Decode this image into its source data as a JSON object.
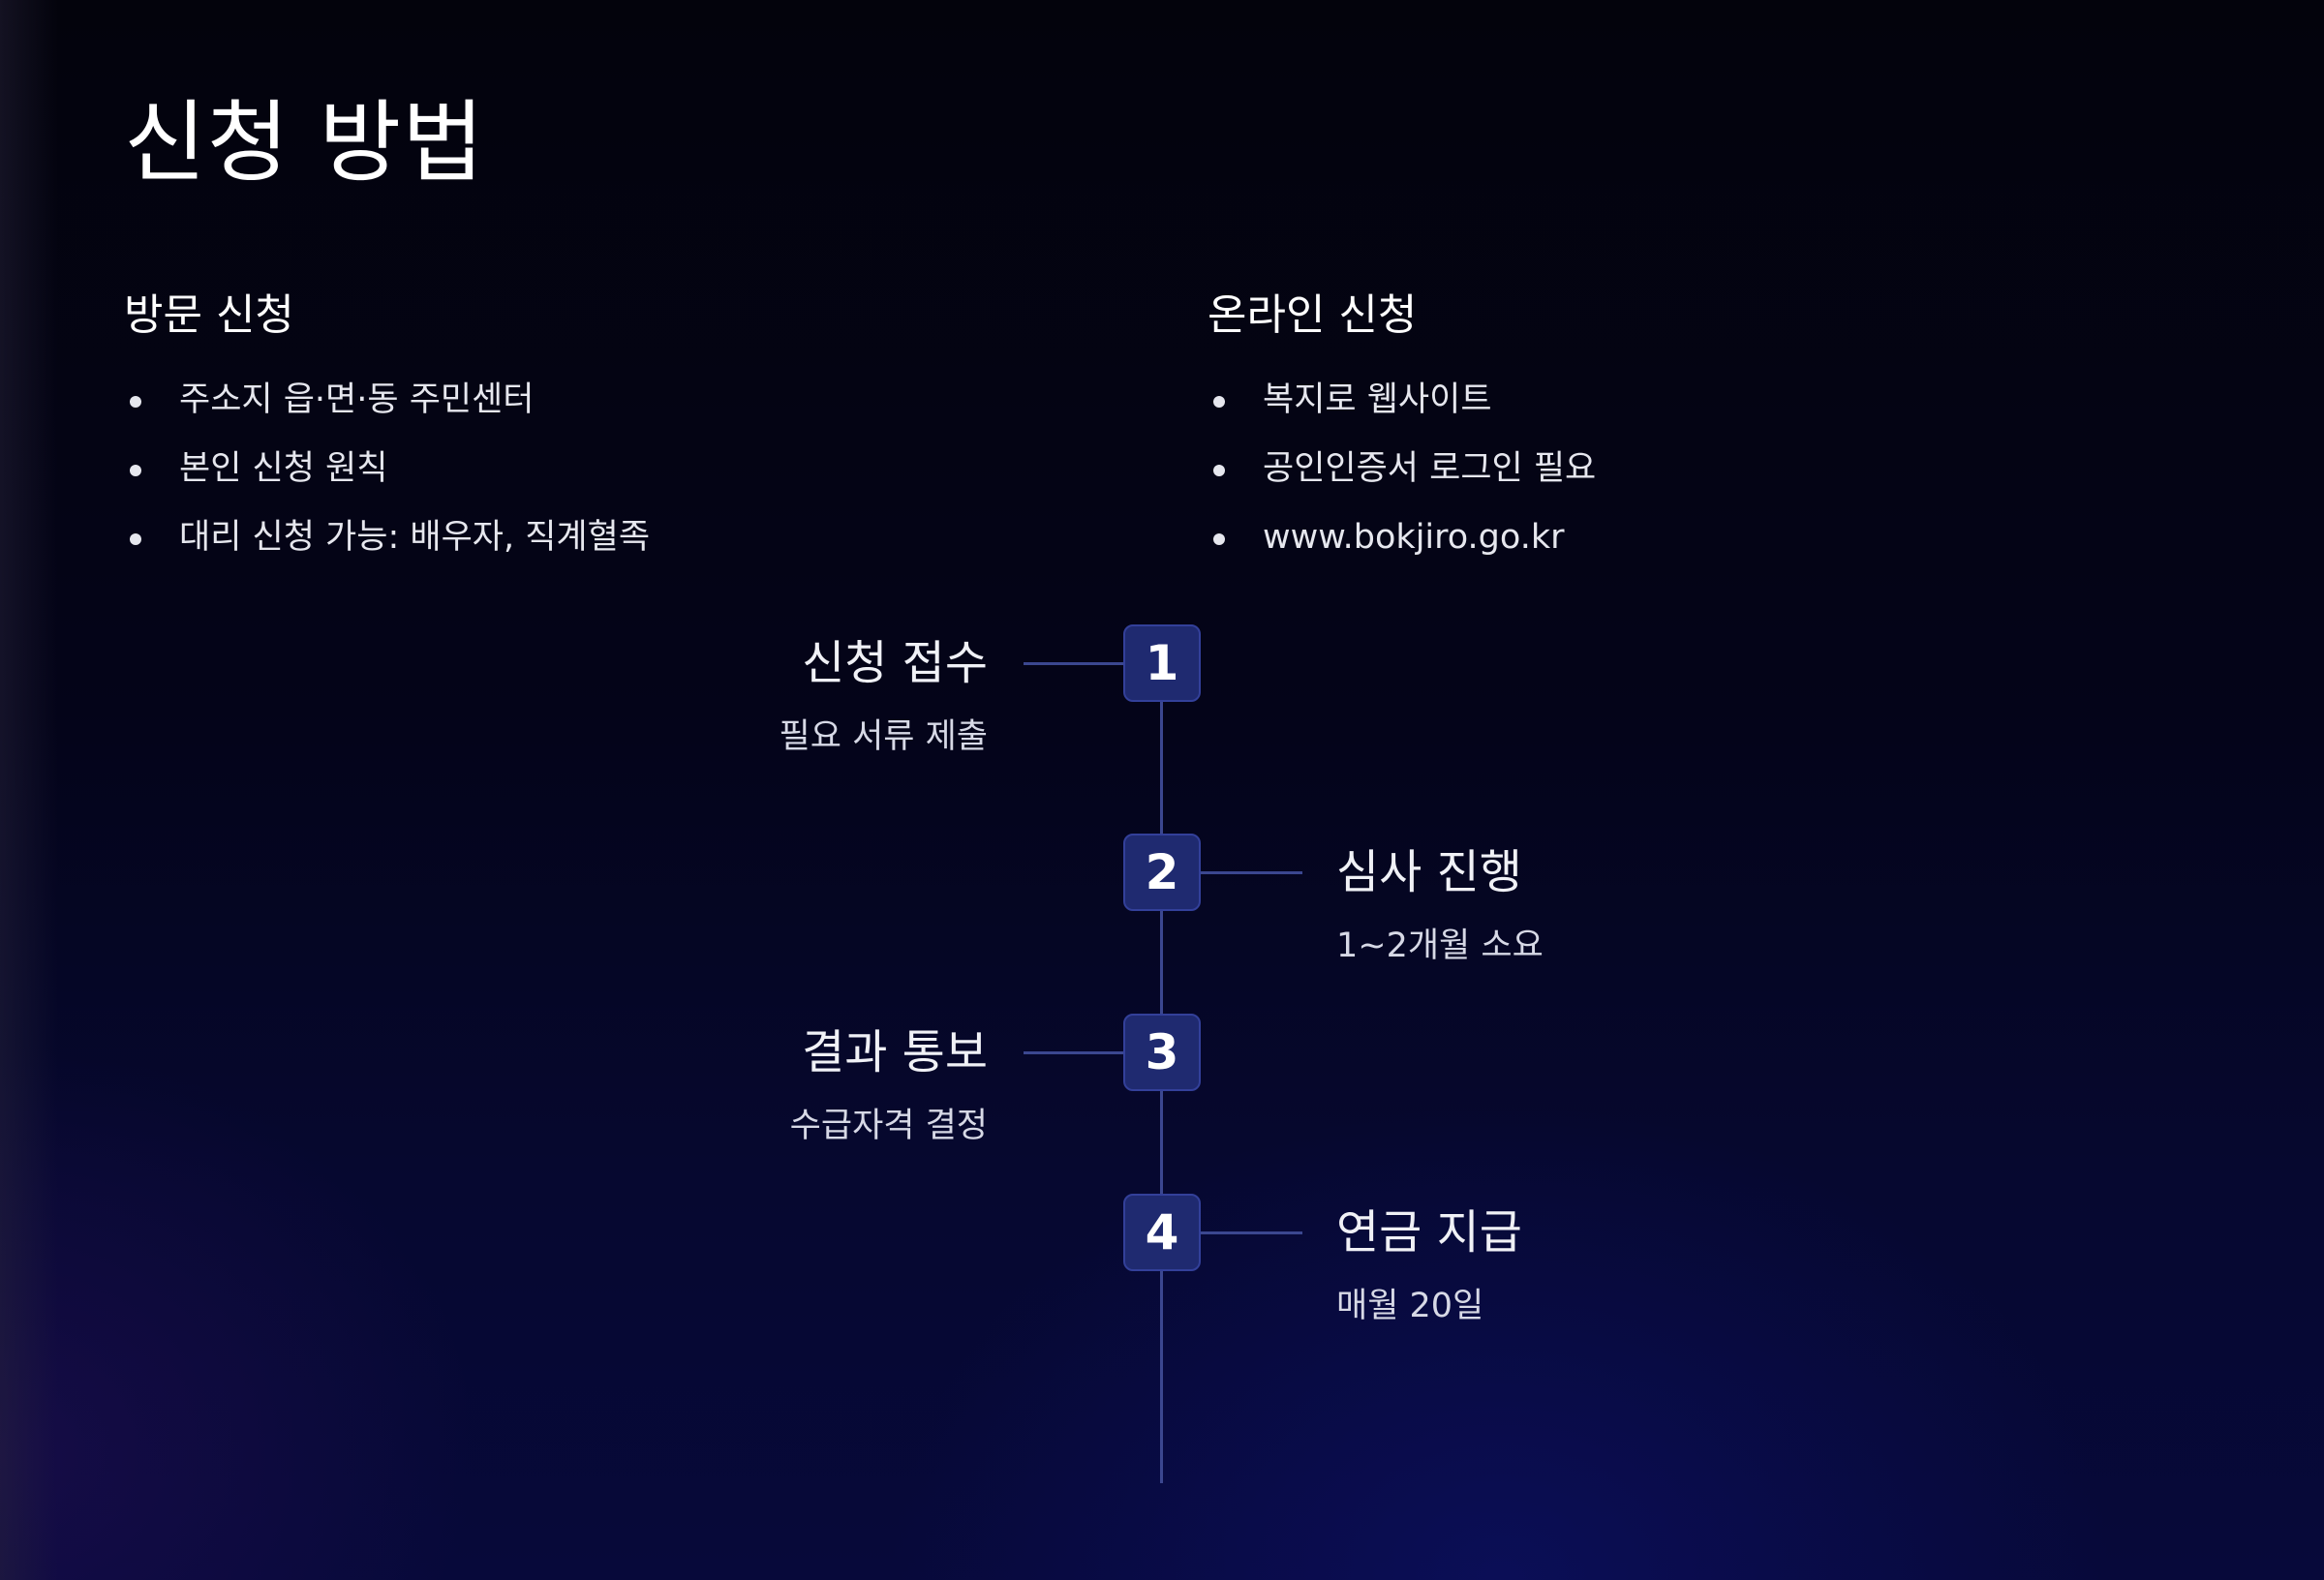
{
  "page": {
    "title": "신청 방법"
  },
  "visit": {
    "heading": "방문 신청",
    "items": [
      "주소지 읍·면·동 주민센터",
      "본인 신청 원칙",
      "대리 신청 가능: 배우자, 직계혈족"
    ]
  },
  "online": {
    "heading": "온라인 신청",
    "items": [
      "복지로 웹사이트",
      "공인인증서 로그인 필요",
      "www.bokjiro.go.kr"
    ]
  },
  "timeline": {
    "steps": [
      {
        "number": "1",
        "title": "신청 접수",
        "description": "필요 서류 제출",
        "side": "left"
      },
      {
        "number": "2",
        "title": "심사 진행",
        "description": "1~2개월 소요",
        "side": "right"
      },
      {
        "number": "3",
        "title": "결과 통보",
        "description": "수급자격 결정",
        "side": "left"
      },
      {
        "number": "4",
        "title": "연금 지급",
        "description": "매월 20일",
        "side": "right"
      }
    ]
  },
  "colors": {
    "background": "#04041a",
    "step_box": "#1f2a70",
    "connector_line": "#3b4790",
    "text": "#ffffff"
  }
}
